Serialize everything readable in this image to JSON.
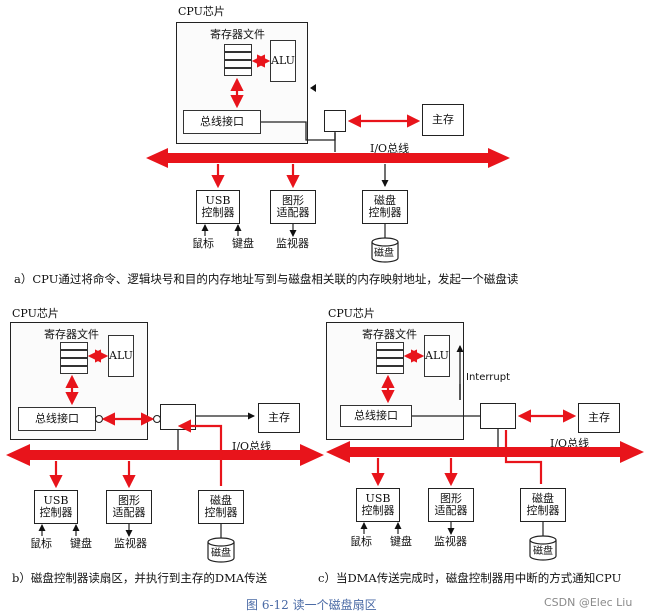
{
  "panel_a": {
    "cpu": "CPU芯片",
    "regfile": "寄存器文件",
    "alu": "ALU",
    "bus_if": "总线接口",
    "memory": "主存",
    "io_bus": "I/O总线",
    "usb": "USB\n控制器",
    "gfx": "图形\n适配器",
    "disk_ctrl": "磁盘\n控制器",
    "mouse": "鼠标",
    "keyboard": "键盘",
    "monitor": "监视器",
    "disk": "磁盘",
    "caption": "a）CPU通过将命令、逻辑块号和目的内存地址写到与磁盘相关联的内存映射地址，发起一个磁盘读"
  },
  "panel_b": {
    "cpu": "CPU芯片",
    "regfile": "寄存器文件",
    "alu": "ALU",
    "bus_if": "总线接口",
    "memory": "主存",
    "io_bus": "I/O总线",
    "usb": "USB\n控制器",
    "gfx": "图形\n适配器",
    "disk_ctrl": "磁盘\n控制器",
    "mouse": "鼠标",
    "keyboard": "键盘",
    "monitor": "监视器",
    "disk": "磁盘",
    "caption": "b）磁盘控制器读扇区，并执行到主存的DMA传送"
  },
  "panel_c": {
    "cpu": "CPU芯片",
    "regfile": "寄存器文件",
    "alu": "ALU",
    "interrupt": "Interrupt",
    "bus_if": "总线接口",
    "memory": "主存",
    "io_bus": "I/O总线",
    "usb": "USB\n控制器",
    "gfx": "图形\n适配器",
    "disk_ctrl": "磁盘\n控制器",
    "mouse": "鼠标",
    "keyboard": "键盘",
    "monitor": "监视器",
    "disk": "磁盘",
    "caption": "c）当DMA传送完成时，磁盘控制器用中断的方式通知CPU"
  },
  "figure_caption": "图 6-12    读一个磁盘扇区",
  "watermark": "CSDN @Elec Liu",
  "colors": {
    "arrow": "#e8141b",
    "line": "#222222",
    "figure_caption": "#4a6aa5"
  }
}
